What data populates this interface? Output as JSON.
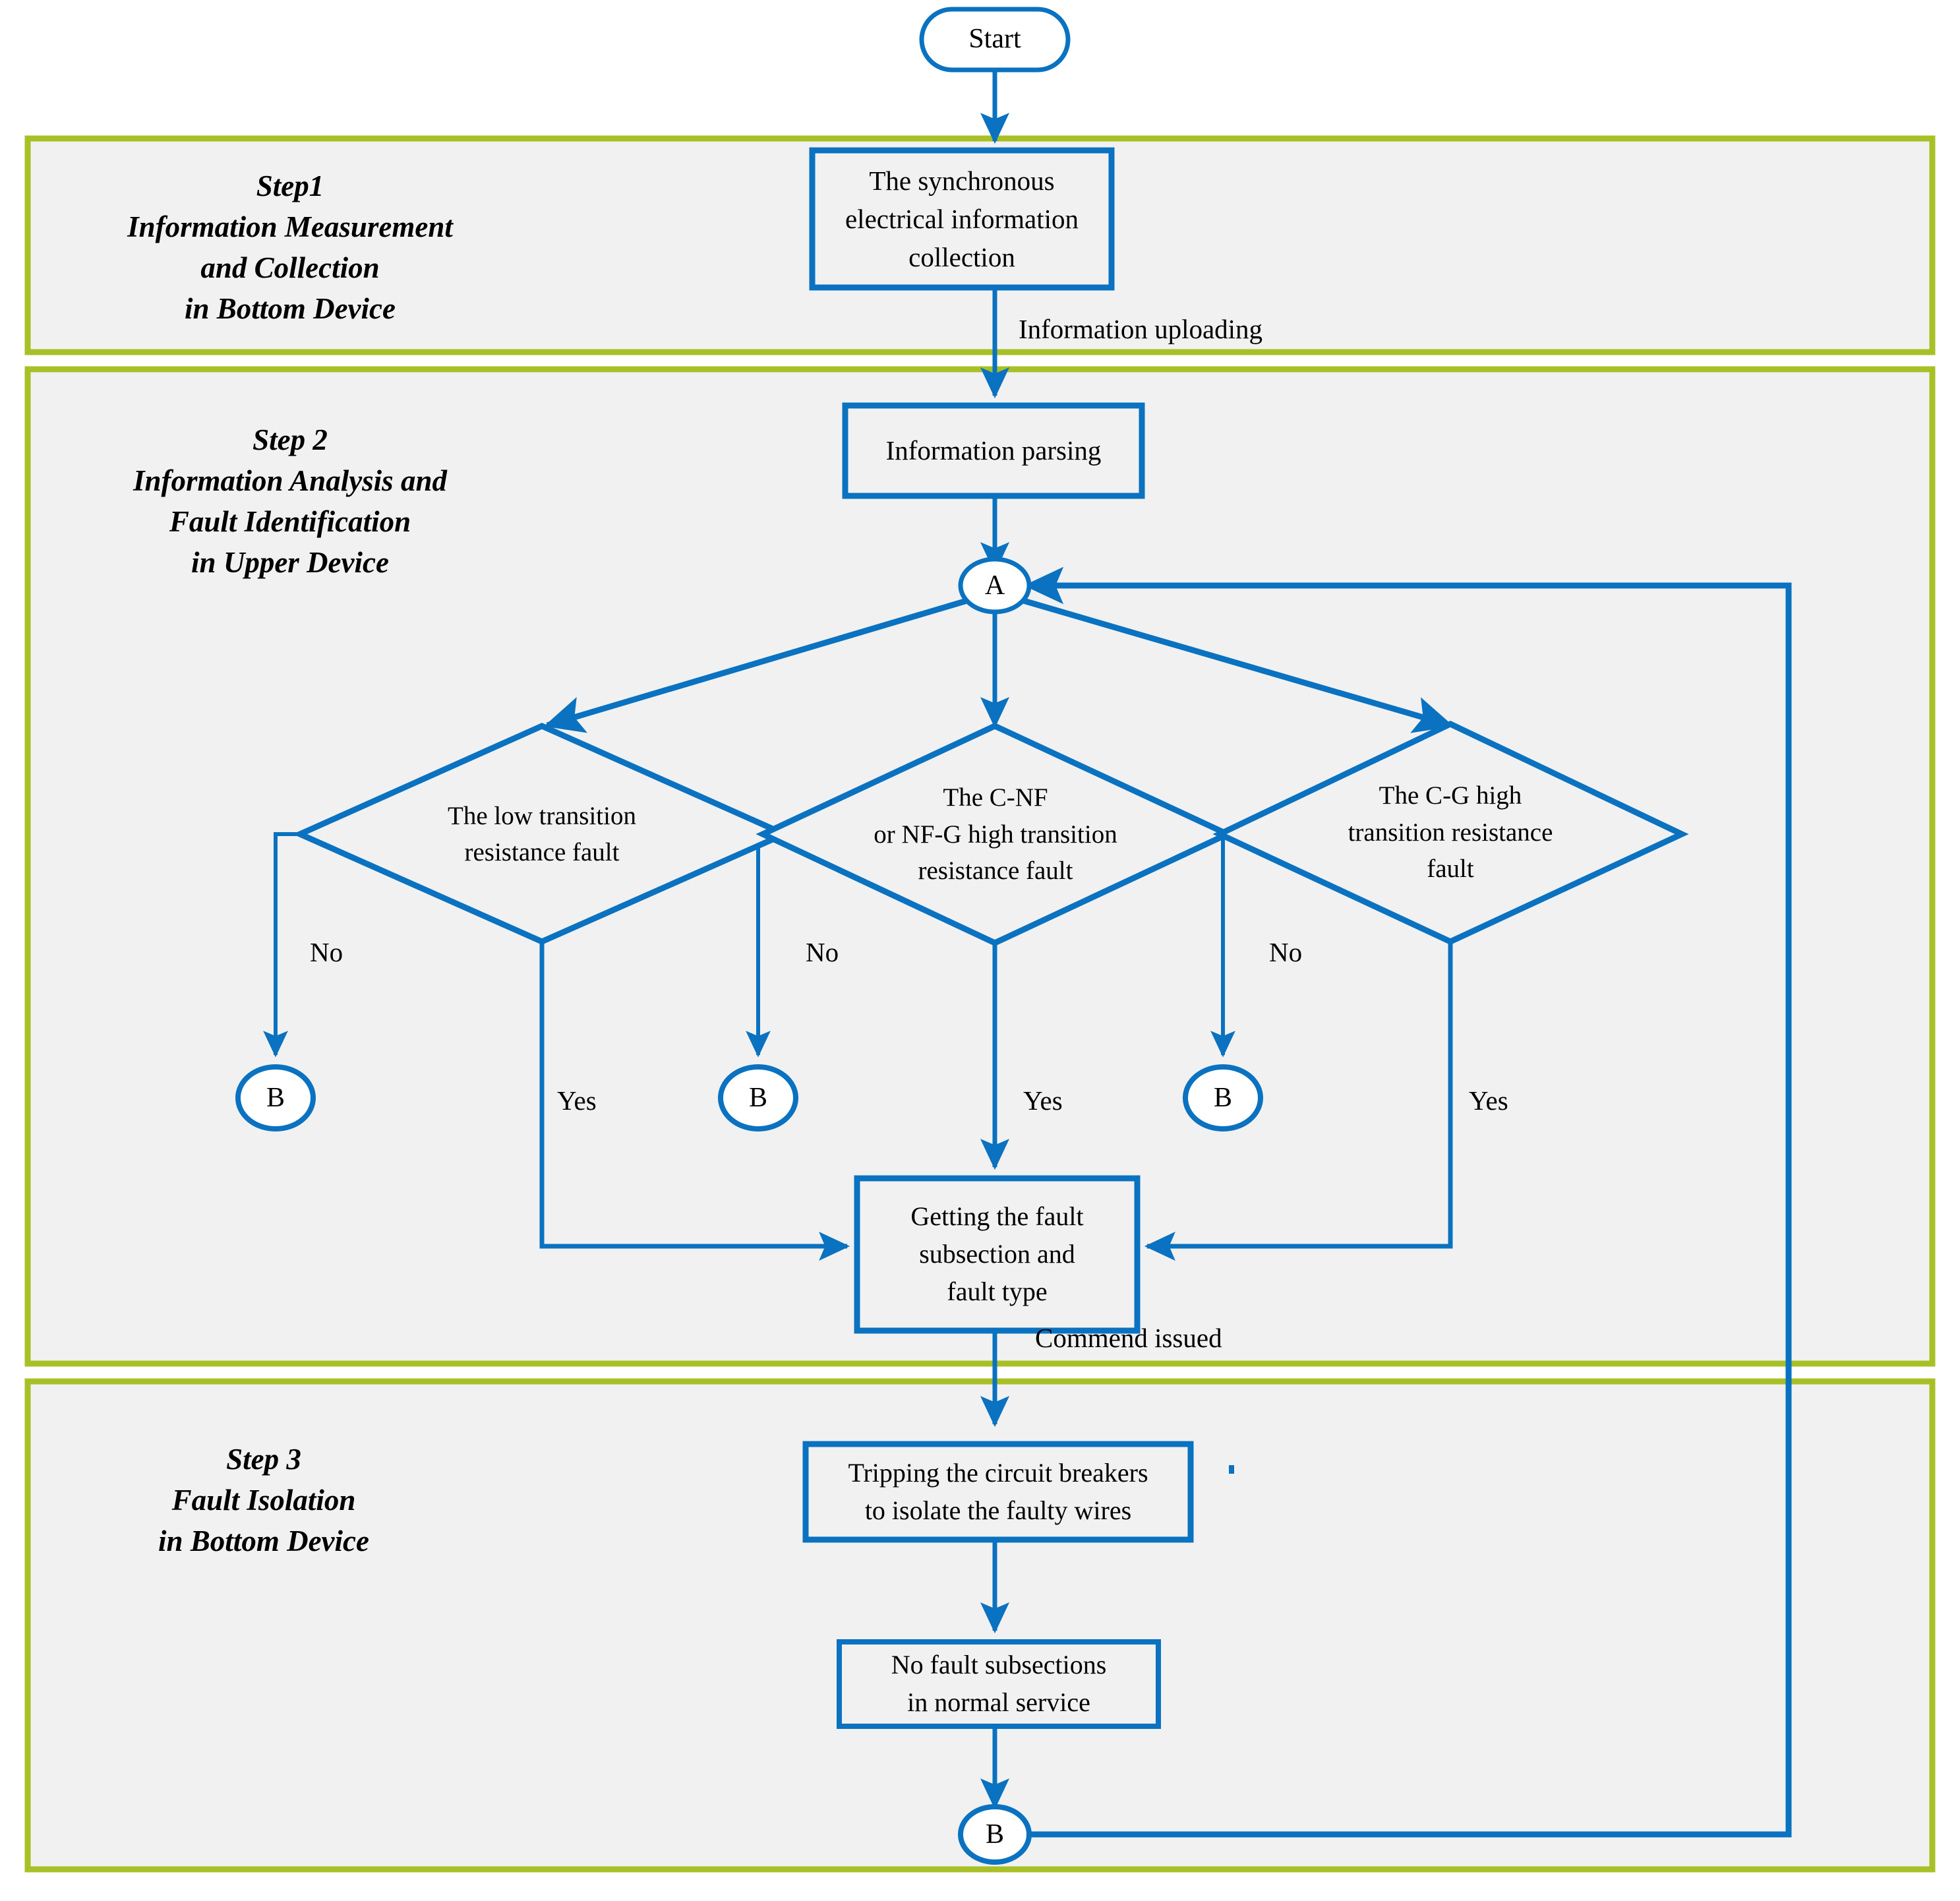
{
  "diagram": {
    "title": "Fault detection, identification and isolation flowchart",
    "colors": {
      "flow_stroke": "#0a72c0",
      "panel_border": "#a8c026",
      "panel_fill": "#f1f1f1",
      "shape_fill_white": "#ffffff",
      "text": "#000000",
      "page_background": "#ffffff"
    }
  },
  "steps": [
    {
      "id": "step1",
      "lines": [
        "Step1",
        "Information Measurement",
        "and Collection",
        "in Bottom Device"
      ]
    },
    {
      "id": "step2",
      "lines": [
        "Step 2",
        "Information Analysis and",
        "Fault Identification",
        "in Upper Device"
      ]
    },
    {
      "id": "step3",
      "lines": [
        "Step 3",
        "Fault Isolation",
        "in Bottom Device"
      ]
    }
  ],
  "nodes": {
    "start": {
      "label": "Start",
      "shape": "terminator"
    },
    "collection": {
      "label": "The synchronous\nelectrical information\ncollection",
      "shape": "process"
    },
    "parsing": {
      "label": "Information parsing",
      "shape": "process"
    },
    "connector_a": {
      "label": "A",
      "shape": "connector"
    },
    "decision_low": {
      "label": "The low transition\nresistance  fault",
      "shape": "decision"
    },
    "decision_cnf": {
      "label": "The C-NF\nor NF-G high transition\nresistance fault",
      "shape": "decision"
    },
    "decision_cg": {
      "label": "The C-G  high\ntransition resistance\nfault",
      "shape": "decision"
    },
    "connector_b_left": {
      "label": "B",
      "shape": "connector"
    },
    "connector_b_mid": {
      "label": "B",
      "shape": "connector"
    },
    "connector_b_right": {
      "label": "B",
      "shape": "connector"
    },
    "getting_fault": {
      "label": "Getting the fault\nsubsection and\nfault type",
      "shape": "process"
    },
    "tripping": {
      "label": "Tripping the circuit breakers\nto isolate the faulty wires",
      "shape": "process"
    },
    "no_fault": {
      "label": "No fault subsections\nin  normal service",
      "shape": "process"
    },
    "connector_b_bottom": {
      "label": "B",
      "shape": "connector"
    }
  },
  "edge_labels": {
    "information_uploading": "Information uploading",
    "commend_issued": "Commend issued",
    "no_left": "No",
    "no_mid": "No",
    "no_right": "No",
    "yes_left": "Yes",
    "yes_mid": "Yes",
    "yes_right": "Yes"
  }
}
